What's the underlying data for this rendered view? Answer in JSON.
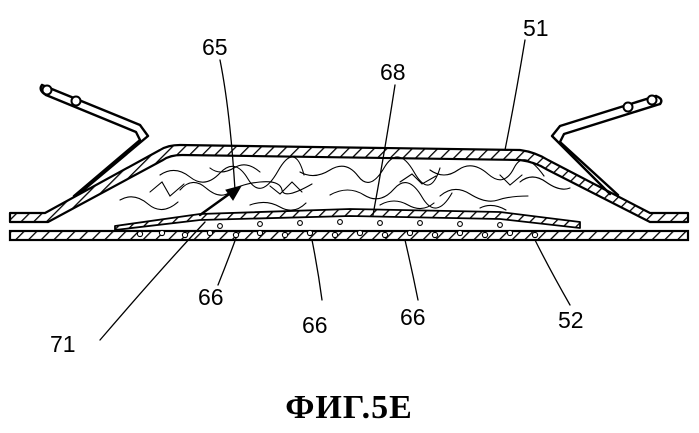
{
  "labels": {
    "r65": "65",
    "r68": "68",
    "r51": "51",
    "r71": "71",
    "r66a": "66",
    "r66b": "66",
    "r66c": "66",
    "r52": "52"
  },
  "caption": "ФИГ.5Е"
}
